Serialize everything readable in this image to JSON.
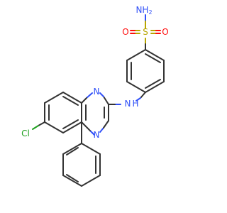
{
  "molecule": {
    "atoms": {
      "nh2": {
        "label": "NH",
        "sub": "2",
        "color": "#3050F8"
      },
      "s": {
        "label": "S",
        "color": "#B8A600"
      },
      "o_left": {
        "label": "O",
        "color": "#FF0D0D"
      },
      "o_right": {
        "label": "O",
        "color": "#FF0D0D"
      },
      "nh": {
        "label": "H",
        "n": "N",
        "color": "#3050F8"
      },
      "n_upper": {
        "label": "N",
        "color": "#3050F8"
      },
      "n_lower": {
        "label": "N",
        "color": "#3050F8"
      },
      "cl": {
        "label": "Cl",
        "color": "#1FA01F"
      }
    }
  }
}
